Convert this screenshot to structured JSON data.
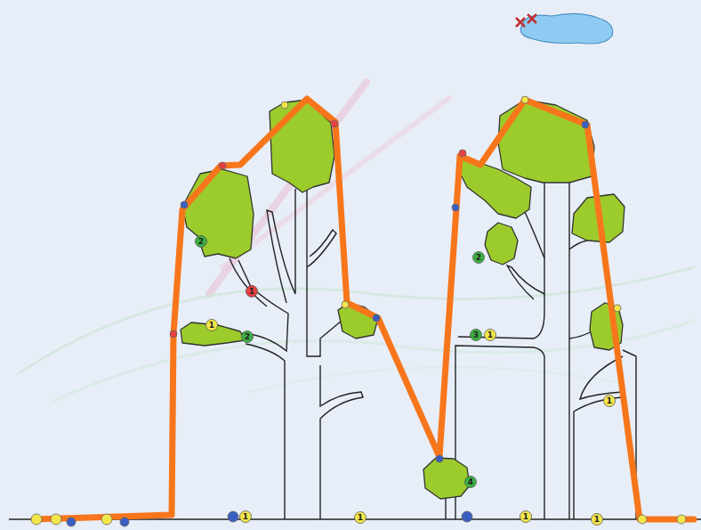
{
  "diagram": {
    "labels": [
      "2",
      "1",
      "1",
      "2",
      "4",
      "2",
      "3",
      "1",
      "1",
      "1",
      "1",
      "1",
      "1"
    ]
  }
}
